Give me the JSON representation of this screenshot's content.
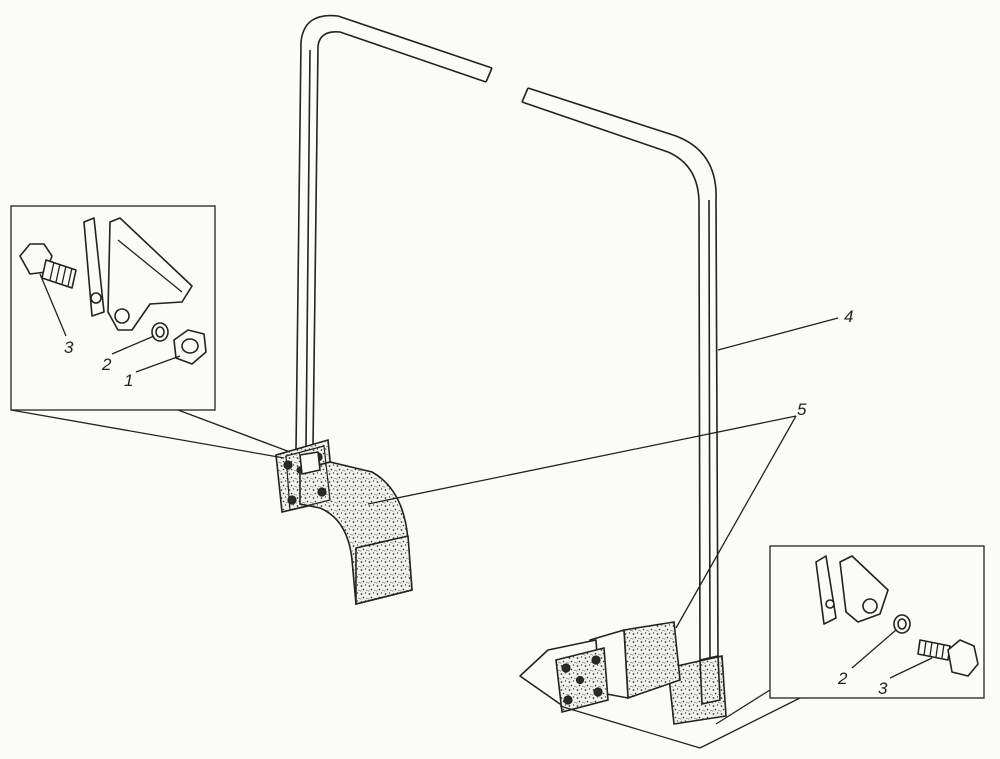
{
  "labels": {
    "left_inset_bolt": "3",
    "left_inset_washer": "2",
    "left_inset_nut": "1",
    "mirror_arm": "4",
    "brackets": "5",
    "right_inset_washer": "2",
    "right_inset_bolt": "3"
  }
}
